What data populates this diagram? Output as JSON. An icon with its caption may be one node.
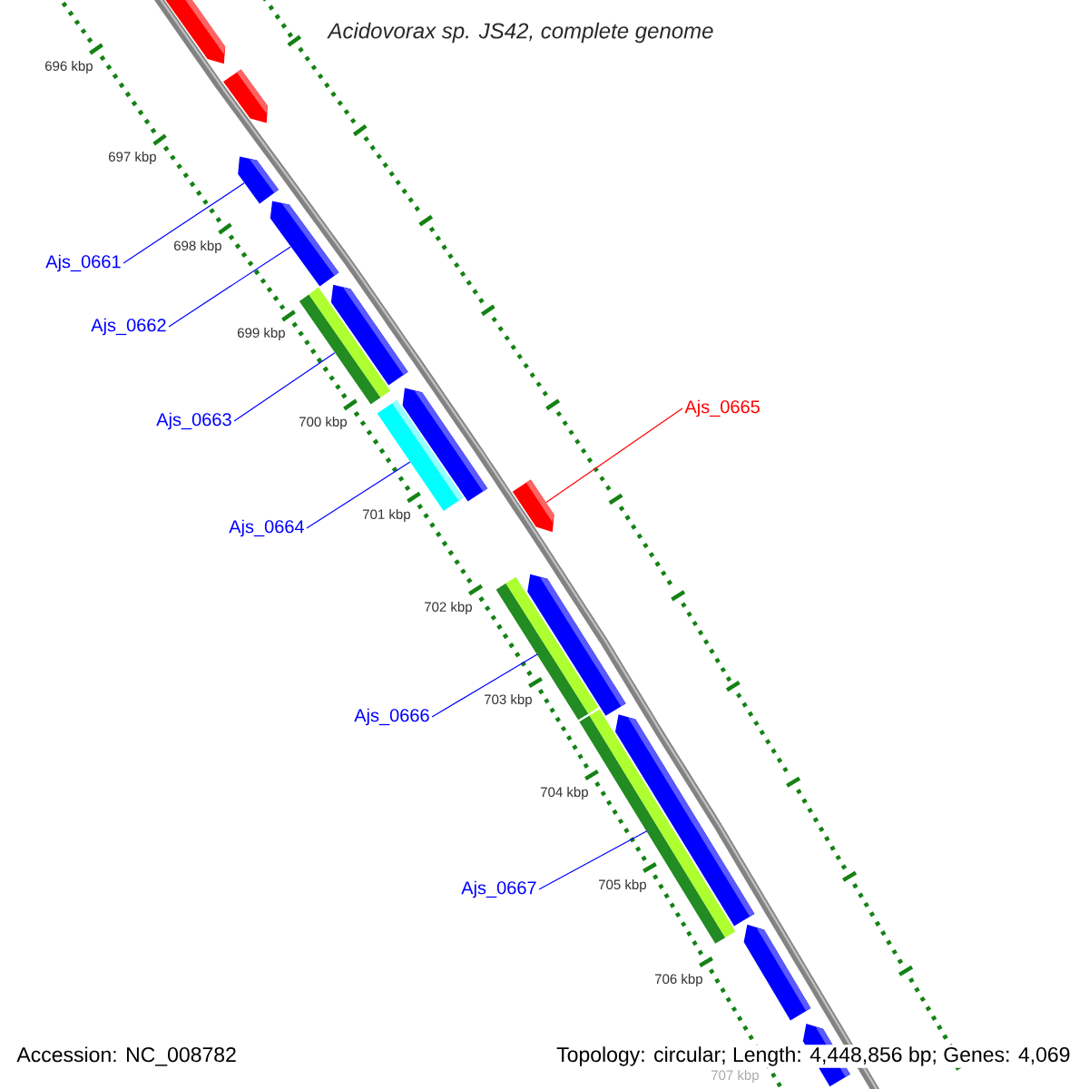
{
  "diagram": {
    "title": "Acidovorax sp. JS42, complete genome",
    "nodes": [
      {
        "text": [
          "Ajs_0661"
        ]
      },
      {
        "text": [
          "Ajs_0662"
        ]
      },
      {
        "text": [
          "Ajs_0663"
        ]
      },
      {
        "text": [
          "Ajs_0664"
        ]
      },
      {
        "text": [
          "Ajs_0665"
        ]
      },
      {
        "text": [
          "Ajs_0666"
        ]
      },
      {
        "text": [
          "Ajs_0667"
        ]
      },
      {
        "text": [],
        "shape": "pentagon"
      },
      {
        "text": [],
        "shape": "pentagon"
      },
      {
        "text": [],
        "shape": "pentagon"
      },
      {
        "text": [],
        "shape": "pentagon"
      },
      {
        "text": [],
        "shape": "bar"
      },
      {
        "text": [],
        "shape": "pentagon"
      },
      {
        "text": [],
        "shape": "pentagon"
      },
      {
        "text": [],
        "shape": "bar"
      },
      {
        "text": [],
        "shape": "pentagon"
      },
      {
        "text": [],
        "shape": "bar"
      },
      {
        "text": [],
        "shape": "pentagon"
      },
      {
        "text": [],
        "shape": "bar"
      },
      {
        "text": [],
        "shape": "pentagon"
      },
      {
        "text": [],
        "shape": "pentagon"
      },
      {
        "text": [],
        "shape": "pentagon"
      }
    ],
    "edges": [
      {
        "from": 0,
        "to": 9,
        "arrow": "none"
      },
      {
        "from": 1,
        "to": 10,
        "arrow": "none"
      },
      {
        "from": 2,
        "to": 11,
        "arrow": "none"
      },
      {
        "from": 3,
        "to": 14,
        "arrow": "none"
      },
      {
        "from": 4,
        "to": 15,
        "arrow": "none",
        "color": "#ff0000"
      },
      {
        "from": 5,
        "to": 16,
        "arrow": "none"
      },
      {
        "from": 6,
        "to": 18,
        "arrow": "none"
      }
    ],
    "labels": [
      "696 kbp",
      "697 kbp",
      "698 kbp",
      "699 kbp",
      "700 kbp",
      "701 kbp",
      "702 kbp",
      "703 kbp",
      "704 kbp",
      "705 kbp",
      "706 kbp",
      "707 kbp",
      "Accession: NC_008782",
      "Topology: circular; Length: 4,448,856 bp; Genes: 4,069"
    ]
  }
}
